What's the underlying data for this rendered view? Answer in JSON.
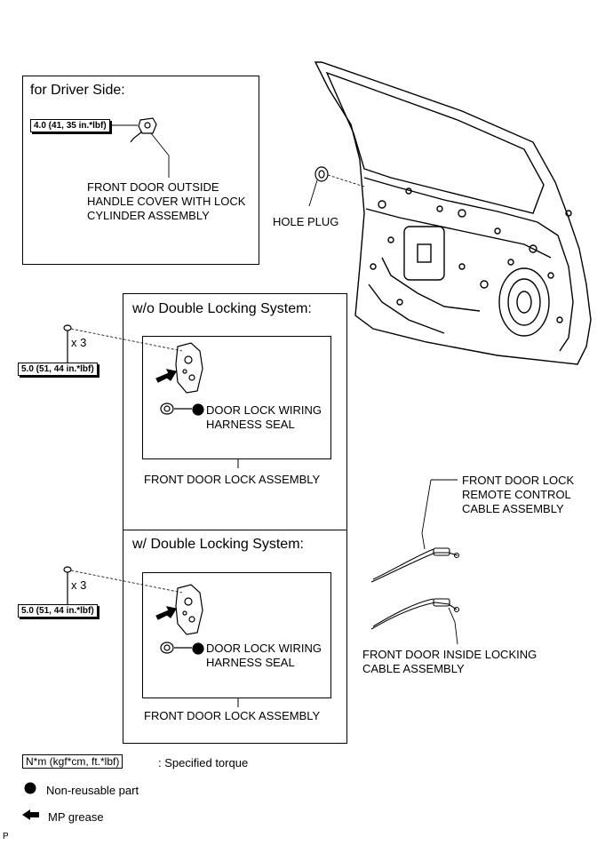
{
  "driver_panel": {
    "title": "for Driver Side:",
    "torque": "4.0 (41, 35 in.*lbf)",
    "part_label": [
      "FRONT DOOR OUTSIDE",
      "HANDLE COVER WITH LOCK",
      "CYLINDER ASSEMBLY"
    ]
  },
  "hole_plug_label": "HOLE PLUG",
  "wo_panel": {
    "title": "w/o Double Locking System:",
    "count": "x 3",
    "torque": "5.0 (51, 44 in.*lbf)",
    "seal_label": [
      "DOOR LOCK WIRING",
      "HARNESS SEAL"
    ],
    "assembly_label": "FRONT DOOR LOCK ASSEMBLY"
  },
  "w_panel": {
    "title": "w/ Double Locking System:",
    "count": "x 3",
    "torque": "5.0 (51, 44 in.*lbf)",
    "seal_label": [
      "DOOR LOCK WIRING",
      "HARNESS SEAL"
    ],
    "assembly_label": "FRONT DOOR LOCK ASSEMBLY"
  },
  "remote_cable_label": [
    "FRONT DOOR LOCK",
    "REMOTE CONTROL",
    "CABLE ASSEMBLY"
  ],
  "inside_cable_label": [
    "FRONT DOOR INSIDE LOCKING",
    "CABLE ASSEMBLY"
  ],
  "legend": {
    "torque_key": "N*m (kgf*cm, ft.*lbf)",
    "torque_text": ": Specified torque",
    "nonreusable_text": "Non-reusable part",
    "grease_text": "MP grease"
  },
  "corner_mark": "P"
}
